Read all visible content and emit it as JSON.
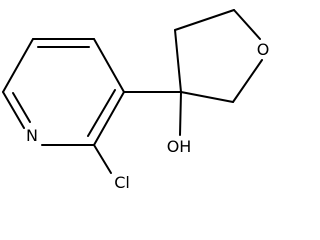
{
  "molecule": {
    "atoms": {
      "ring_nitrogen": "N",
      "chlorine": "Cl",
      "ring_oxygen": "O",
      "hydroxyl": "OH"
    }
  }
}
